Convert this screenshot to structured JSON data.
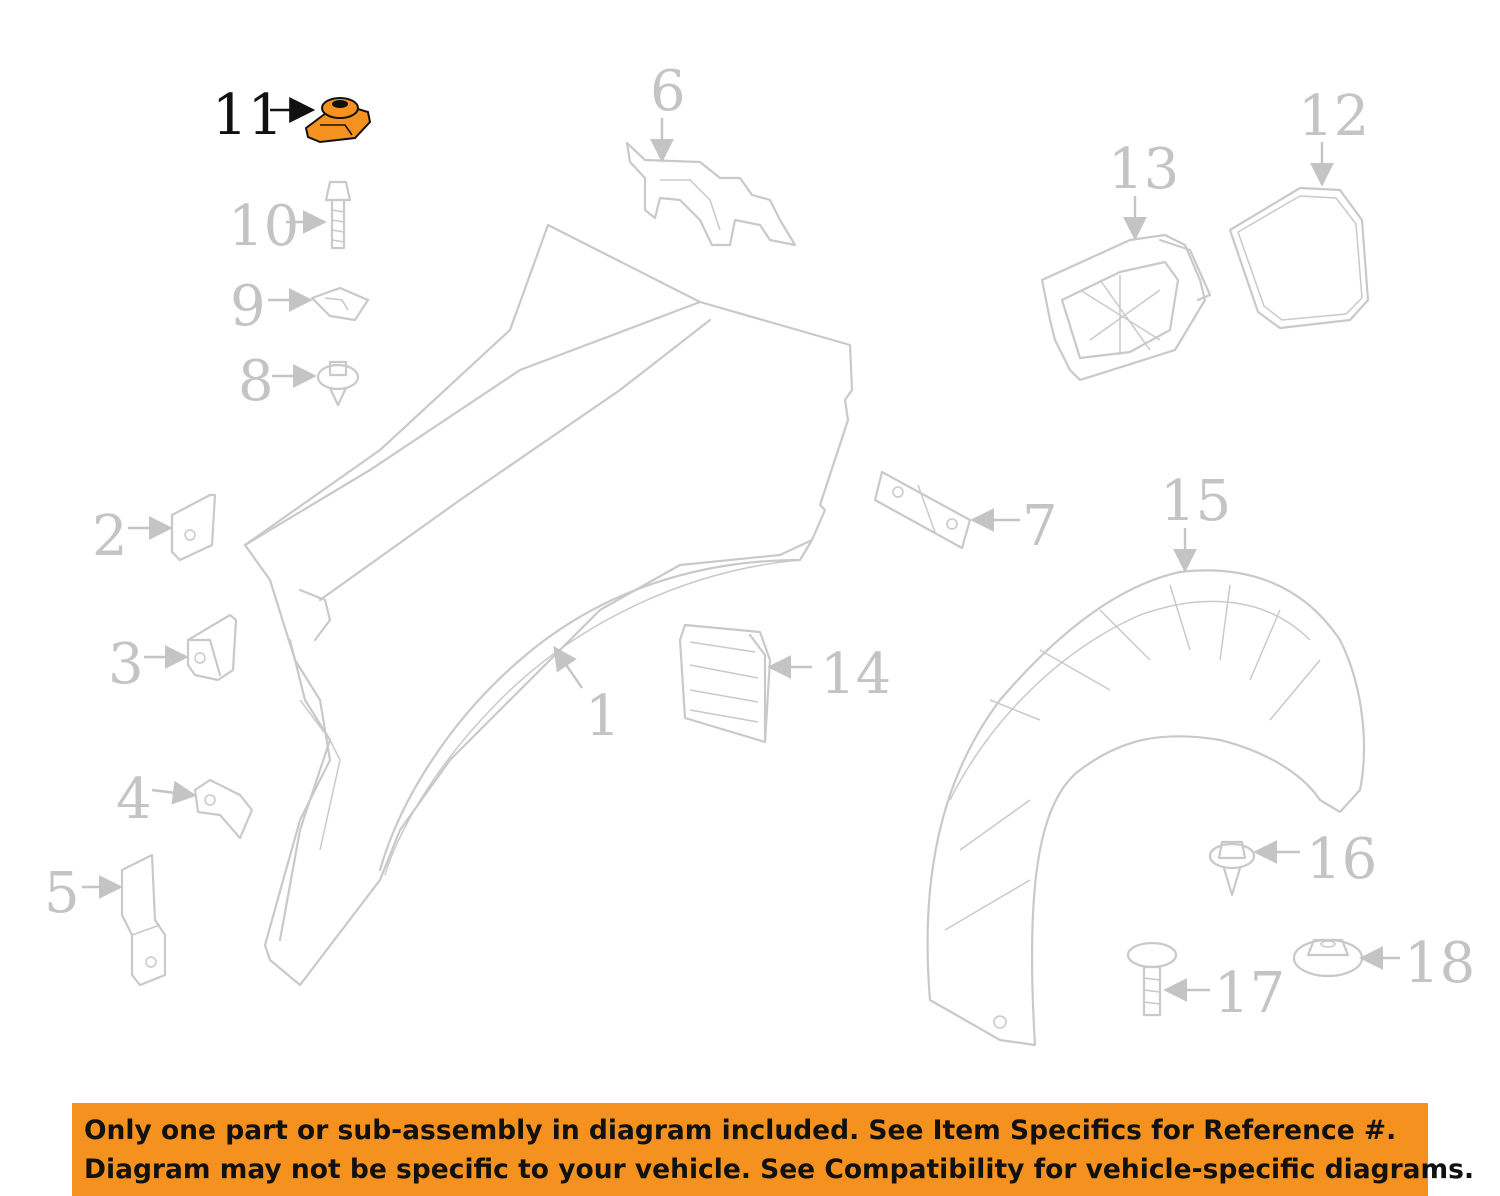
{
  "callouts": {
    "c1": "1",
    "c2": "2",
    "c3": "3",
    "c4": "4",
    "c5": "5",
    "c6": "6",
    "c7": "7",
    "c8": "8",
    "c9": "9",
    "c10": "10",
    "c11": "11",
    "c12": "12",
    "c13": "13",
    "c14": "14",
    "c15": "15",
    "c16": "16",
    "c17": "17",
    "c18": "18"
  },
  "highlighted_part": "11",
  "colors": {
    "highlight": "#f5921f",
    "parts": "#c9c9c9",
    "banner": "#f5921f"
  },
  "notice": {
    "line1": "Only one part or sub-assembly in diagram included. See Item Specifics for Reference #.",
    "line2": "Diagram may not be specific to your vehicle. See Compatibility for vehicle-specific diagrams."
  }
}
